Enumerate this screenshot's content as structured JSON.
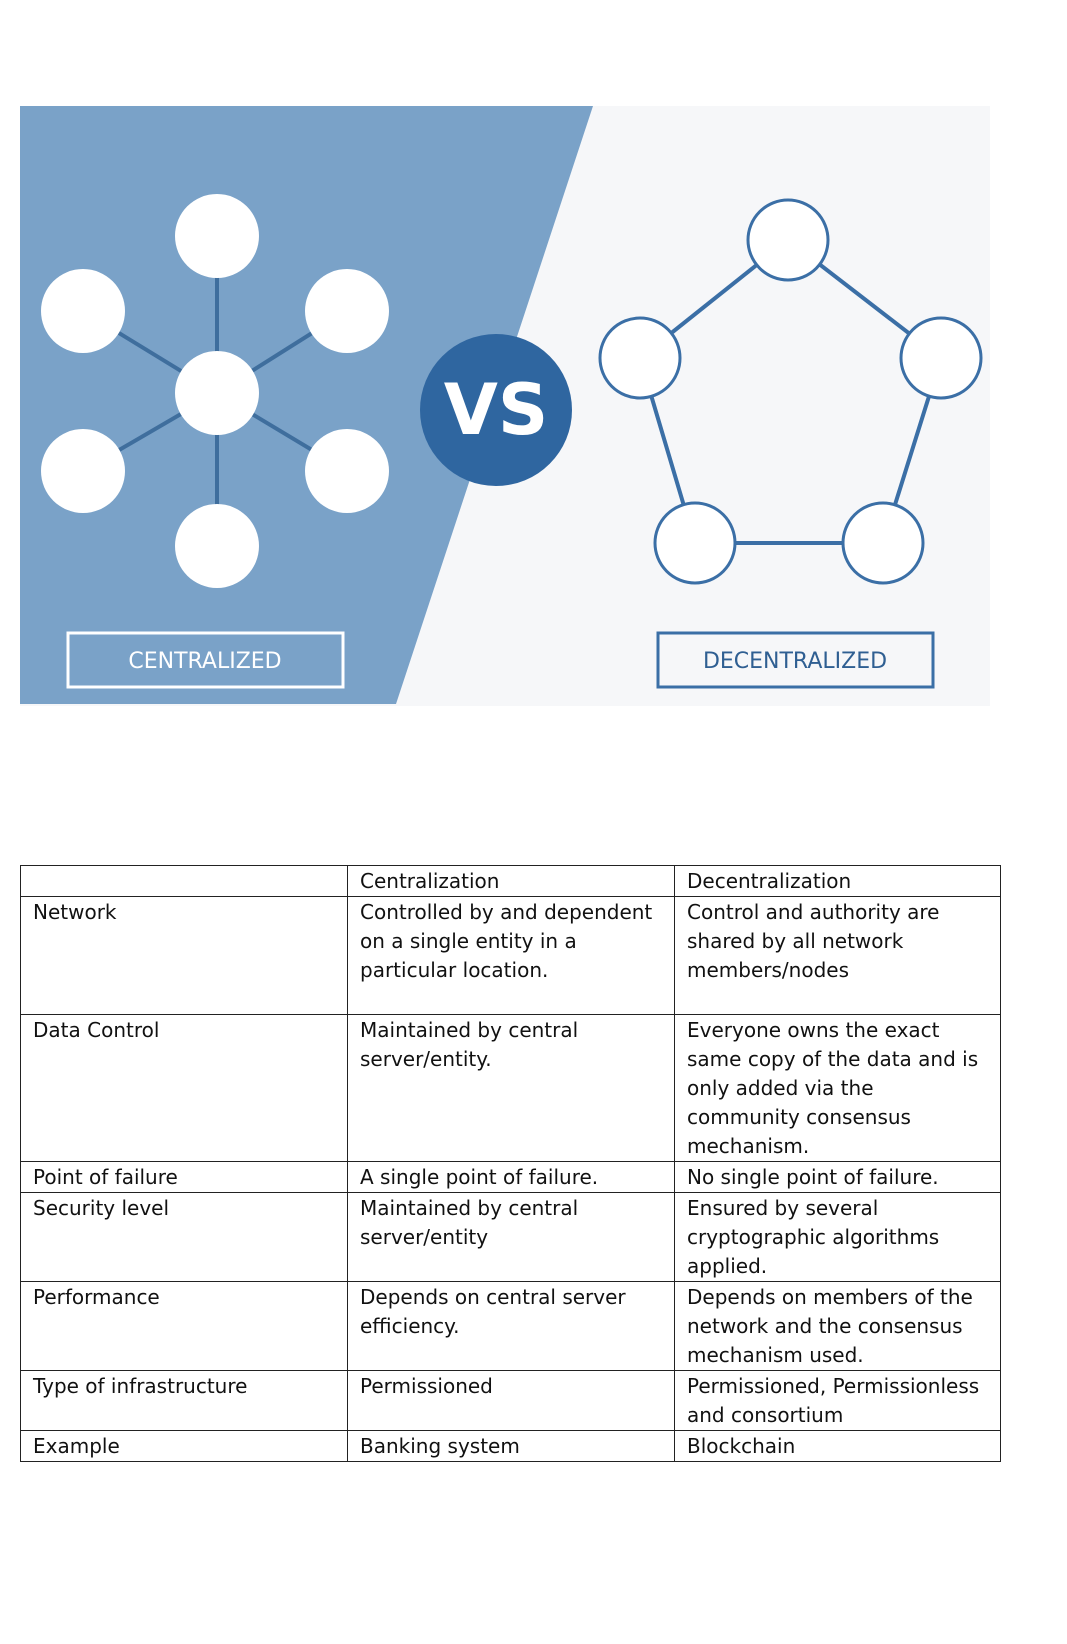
{
  "diagram": {
    "vs_label": "VS",
    "centralized_label": "CENTRALIZED",
    "decentralized_label": "DECENTRALIZED",
    "colors": {
      "left_panel": "#7aa2c8",
      "right_panel": "#f6f7f9",
      "node_outline": "#3b6fa6",
      "vs_badge": "#2f66a0",
      "white": "#ffffff"
    }
  },
  "table": {
    "header": [
      "",
      "Centralization",
      "Decentralization"
    ],
    "rows": [
      {
        "feature": "Network",
        "centralization": "Controlled by and dependent on a single entity in a particular location.",
        "decentralization": "Control and authority are shared by all network members/nodes"
      },
      {
        "feature": "Data Control",
        "centralization": "Maintained by central server/entity.",
        "decentralization": "Everyone owns the exact same copy of the data and is only added via the community consensus mechanism."
      },
      {
        "feature": "Point of failure",
        "centralization": "A single point of failure.",
        "decentralization": "No single point of failure."
      },
      {
        "feature": "Security level",
        "centralization": "Maintained by central server/entity",
        "decentralization": "Ensured by several cryptographic algorithms applied."
      },
      {
        "feature": "Performance",
        "centralization": "Depends on central server efficiency.",
        "decentralization": "Depends on members of the network and the consensus mechanism used."
      },
      {
        "feature": "Type of infrastructure",
        "centralization": "Permissioned",
        "decentralization": "Permissioned, Permissionless and consortium"
      },
      {
        "feature": "Example",
        "centralization": "Banking system",
        "decentralization": "Blockchain"
      }
    ]
  }
}
